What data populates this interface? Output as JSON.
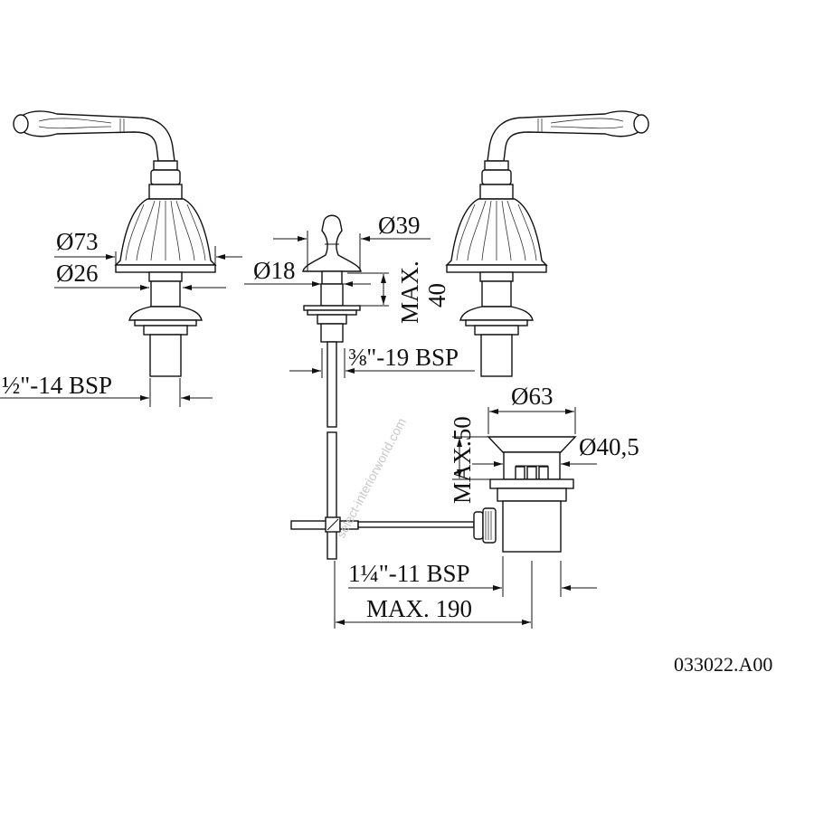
{
  "drawing": {
    "dimensions": {
      "handle_outer_diameter": "Ø73",
      "handle_inner_diameter": "Ø26",
      "valve_thread": "½\"-14 BSP",
      "knob_diameter": "Ø39",
      "knob_stem_diameter": "Ø18",
      "knob_max_height": "MAX.",
      "knob_max_height_value": "40",
      "rod_thread": "⅜\"-19 BSP",
      "drain_flange_diameter": "Ø63",
      "drain_body_diameter": "Ø40,5",
      "drain_max_height": "MAX.50",
      "drain_thread": "1¼\"-11 BSP",
      "max_length": "MAX. 190"
    },
    "product_code": "033022.A00",
    "watermark": "select-interiorworld.com"
  }
}
